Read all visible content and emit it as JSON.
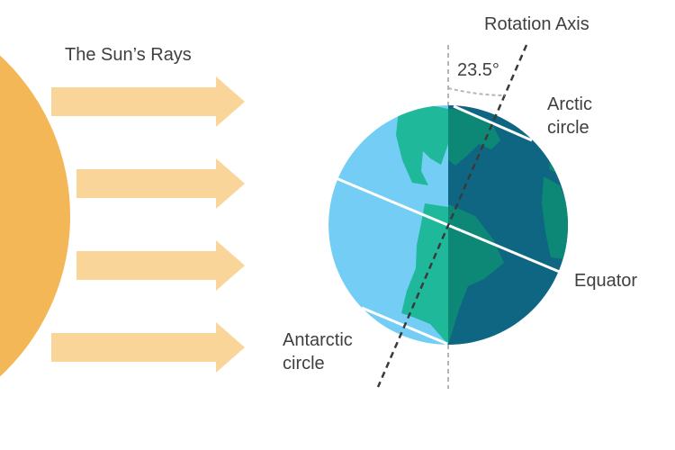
{
  "labels": {
    "sun_rays": "The Sun’s Rays",
    "rotation_axis": "Rotation Axis",
    "tilt_angle": "23.5°",
    "arctic_circle": "Arctic circle",
    "equator": "Equator",
    "antarctic_circle": "Antarctic circle"
  },
  "colors": {
    "sun": "#f4b757",
    "ray": "#f9d59a",
    "ocean_day": "#74cdf5",
    "ocean_night": "#0e6683",
    "land_day": "#1fb89a",
    "land_night": "#0d8877",
    "guide_line": "#ffffff",
    "axis_line": "#3a3a3a",
    "vertical_line": "#b5b5b5",
    "text": "#3f3f3f"
  }
}
